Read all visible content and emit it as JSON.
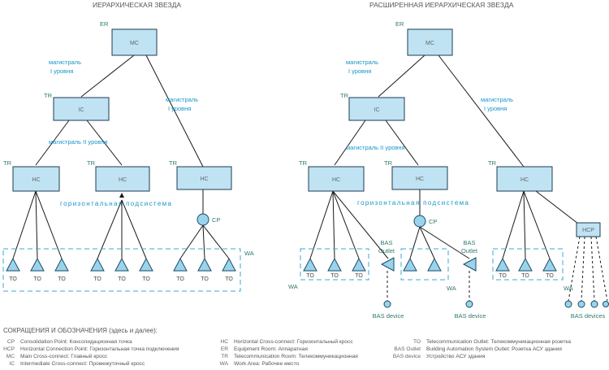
{
  "left": {
    "title": "ИЕРАРХИЧЕСКАЯ ЗВЕЗДА",
    "er": "ER",
    "tr": "TR",
    "mc": "MC",
    "ic": "IC",
    "hc": "HC",
    "cp": "CP",
    "wa": "WA",
    "to": "TO",
    "backbone1_line1": "магистраль",
    "backbone1_line2": "I уровня",
    "backbone2": "магистраль II уровня",
    "horizontal": "горизонтальная подсистема"
  },
  "right": {
    "title": "РАСШИРЕННАЯ ИЕРАРХИЧЕСКАЯ ЗВЕЗДА",
    "er": "ER",
    "tr": "TR",
    "mc": "MC",
    "ic": "IC",
    "hc": "HC",
    "hcp": "HCP",
    "cp": "CP",
    "wa": "WA",
    "to": "TO",
    "bas": "BAS",
    "outlet": "Outlet",
    "bas_device": "BAS device",
    "bas_devices": "BAS devices",
    "backbone1_line1": "магистраль",
    "backbone1_line2": "I уровня",
    "backbone2": "магистраль II уровня",
    "horizontal": "горизонтальная подсистема"
  },
  "legend": {
    "heading": "СОКРАЩЕНИЯ И ОБОЗНАЧЕНИЯ (здесь и далее):",
    "col1": [
      {
        "abbr": "CP",
        "desc": "Consolidation Point: Консолидационная точка"
      },
      {
        "abbr": "HCP",
        "desc": "Horizontal Connection Point: Горизонтальная точка подключения"
      },
      {
        "abbr": "MC",
        "desc": "Main Cross-connect: Главный кросс"
      },
      {
        "abbr": "IC",
        "desc": "Intermediate Cross-connect: Промежуточный кросс"
      }
    ],
    "col2": [
      {
        "abbr": "HC",
        "desc": "Horizontal Cross-connect: Горизонтальный кросс"
      },
      {
        "abbr": "ER",
        "desc": "Equipment Room: Аппаратная"
      },
      {
        "abbr": "TR",
        "desc": "Telecommunication Room: Телекоммуникационная"
      },
      {
        "abbr": "WA",
        "desc": "Work Area: Рабочее место"
      }
    ],
    "col3": [
      {
        "abbr": "TO",
        "desc": "Telecommunication Outlet: Телекоммуникационная розетка"
      },
      {
        "abbr": "BAS Outlet",
        "desc": "Building Automation System Outlet: Розетка АСУ здания"
      },
      {
        "abbr": "BAS device",
        "desc": "Устройство АСУ здания"
      }
    ]
  }
}
